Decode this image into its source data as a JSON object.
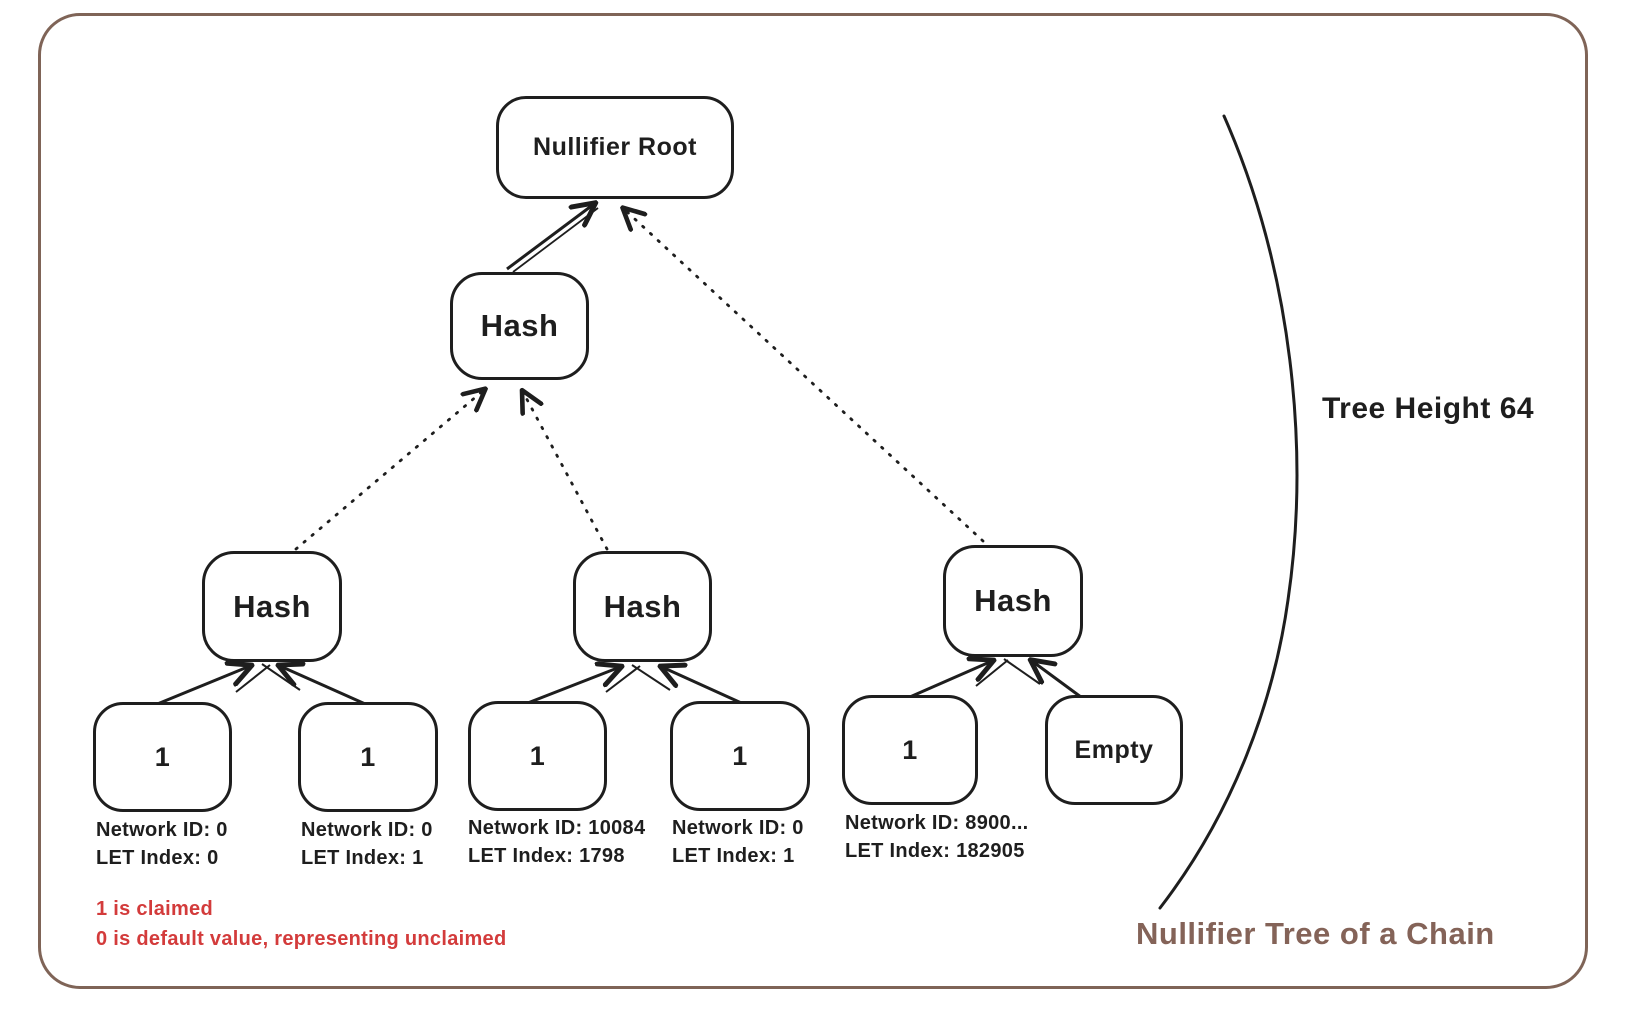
{
  "colors": {
    "stroke": "#1e1e1e",
    "frame": "#7f6457",
    "note_red": "#d33b3b",
    "caption_brown": "#846358"
  },
  "tree": {
    "root": {
      "label": "Nullifier Root"
    },
    "level2": {
      "label": "Hash"
    },
    "level3": [
      {
        "label": "Hash"
      },
      {
        "label": "Hash"
      },
      {
        "label": "Hash"
      }
    ],
    "leaves": [
      {
        "value": "1",
        "line1": "Network ID: 0",
        "line2": "LET Index: 0"
      },
      {
        "value": "1",
        "line1": "Network ID: 0",
        "line2": "LET Index: 1"
      },
      {
        "value": "1",
        "line1": "Network ID: 10084",
        "line2": "LET Index: 1798"
      },
      {
        "value": "1",
        "line1": "Network ID: 0",
        "line2": "LET Index: 1"
      },
      {
        "value": "1",
        "line1": "Network ID: 8900...",
        "line2": "LET Index: 182905"
      },
      {
        "value": "Empty"
      }
    ]
  },
  "notes": {
    "line1": "1 is claimed",
    "line2": "0 is default value, representing unclaimed"
  },
  "side_annotation": {
    "label": "Tree Height 64"
  },
  "caption": {
    "label": "Nullifier Tree of a Chain"
  }
}
